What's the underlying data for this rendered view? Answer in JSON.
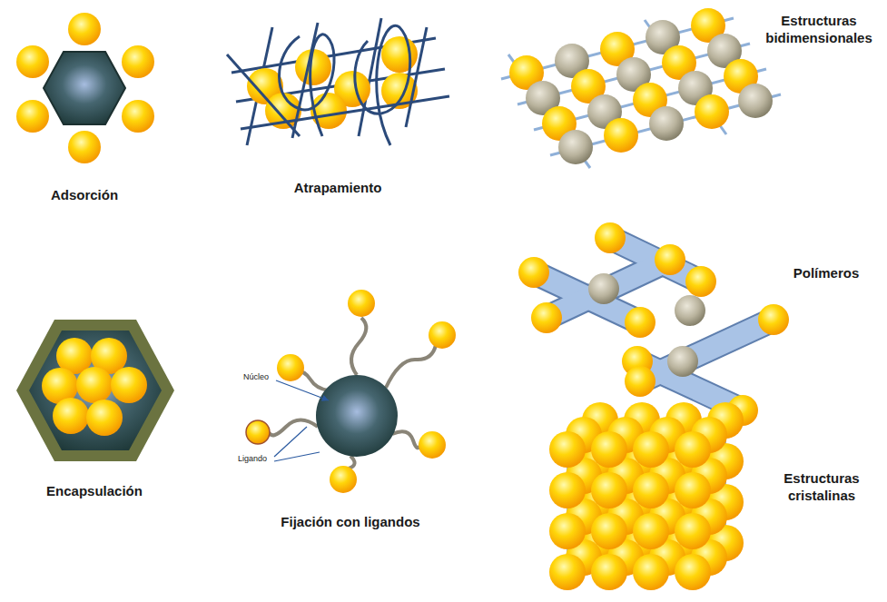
{
  "diagram": {
    "labels": [
      "Adsorción",
      "Atrapamiento",
      "Estructuras bidimensionales",
      "Polímeros",
      "Encapsulación",
      "Fijación con ligandos",
      "Estructuras cristalinas",
      "Núcleo",
      "Ligando"
    ]
  }
}
